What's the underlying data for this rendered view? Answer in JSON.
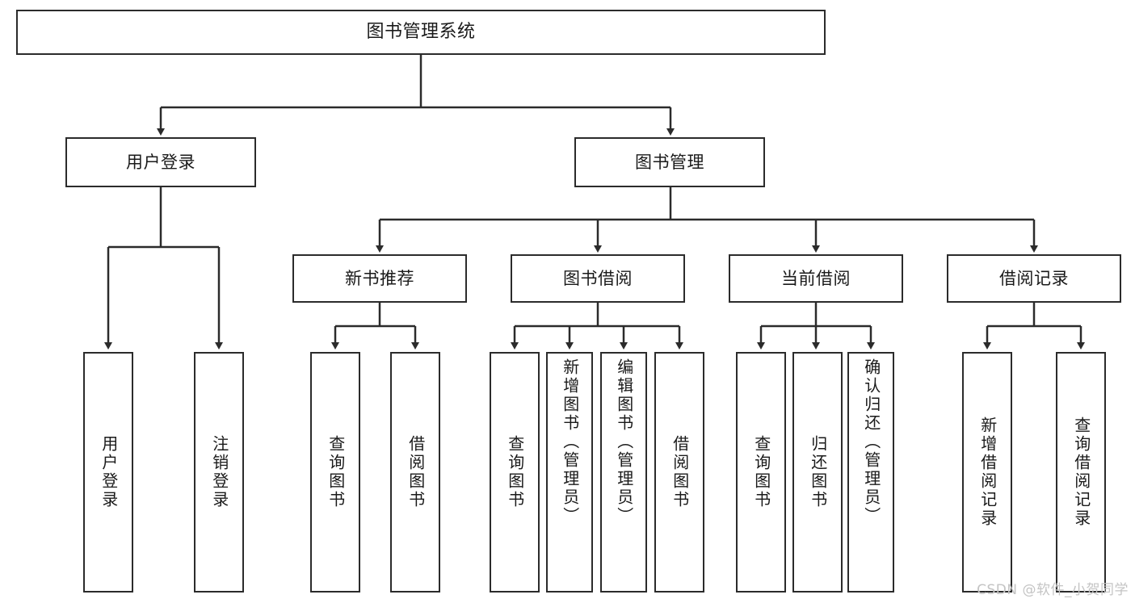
{
  "diagram": {
    "title": "图书管理系统",
    "type": "tree-hierarchy",
    "root": {
      "label": "图书管理系统"
    },
    "level2": [
      {
        "label": "用户登录"
      },
      {
        "label": "图书管理"
      }
    ],
    "level3": [
      {
        "label": "新书推荐"
      },
      {
        "label": "图书借阅"
      },
      {
        "label": "当前借阅"
      },
      {
        "label": "借阅记录"
      }
    ],
    "leaves": {
      "user_login": [
        {
          "label": "用户登录"
        },
        {
          "label": "注销登录"
        }
      ],
      "new_book_recommend": [
        {
          "label": "查询图书"
        },
        {
          "label": "借阅图书"
        }
      ],
      "book_borrow": [
        {
          "label": "查询图书"
        },
        {
          "label": "新增图书（管理员）"
        },
        {
          "label": "编辑图书（管理员）"
        },
        {
          "label": "借阅图书"
        }
      ],
      "current_borrow": [
        {
          "label": "查询图书"
        },
        {
          "label": "归还图书"
        },
        {
          "label": "确认归还（管理员）"
        }
      ],
      "borrow_record": [
        {
          "label": "新增借阅记录"
        },
        {
          "label": "查询借阅记录"
        }
      ]
    }
  },
  "watermark": {
    "text": "CSDN @软件_小贺同学"
  },
  "colors": {
    "stroke": "#2b2b2b",
    "background": "#ffffff",
    "text": "#1a1a1a",
    "watermark": "#c4c4c4"
  }
}
